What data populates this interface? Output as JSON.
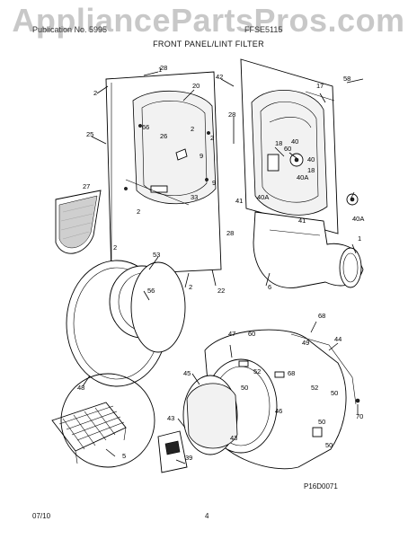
{
  "watermark": "AppliancePartsPros.com",
  "header": {
    "left": "Publication No. 5995",
    "right": "FFSE5115",
    "section_title": "FRONT PANEL/LINT FILTER"
  },
  "diagram_code": "P16D0071",
  "footer": {
    "date": "07/10",
    "page": "4"
  },
  "callouts": [
    "1",
    "2",
    "5",
    "6",
    "17",
    "18",
    "20",
    "22",
    "25",
    "26",
    "27",
    "28",
    "33",
    "39",
    "40",
    "40A",
    "41",
    "42",
    "43",
    "44",
    "45",
    "46",
    "47",
    "48",
    "49",
    "50",
    "52",
    "53",
    "56",
    "58",
    "60",
    "66",
    "68",
    "70",
    "9"
  ]
}
